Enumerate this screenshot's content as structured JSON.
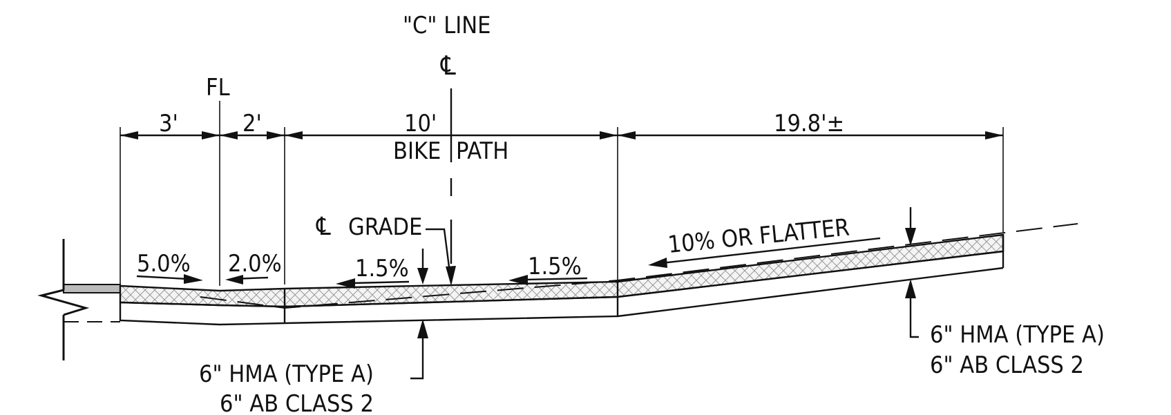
{
  "labels": {
    "c_line": "\"C\" LINE",
    "centerline_symbol": "℄",
    "fl": "FL",
    "dim_3": "3'",
    "dim_2": "2'",
    "dim_10": "10'",
    "dim_19_8": "19.8'±",
    "bike": "BIKE",
    "path": "PATH",
    "cl_grade": "GRADE",
    "slope_5": "5.0%",
    "slope_2": "2.0%",
    "slope_1_5_left": "1.5%",
    "slope_1_5_right": "1.5%",
    "slope_10": "10% OR FLATTER",
    "left_hma": "6\" HMA (TYPE A)",
    "left_ab": "6\" AB CLASS 2",
    "right_hma": "6\" HMA (TYPE A)",
    "right_ab": "6\" AB CLASS 2"
  },
  "colors": {
    "ink": "#111111",
    "hatch": "#9a9a9a",
    "curb_gray": "#bbbbbb"
  }
}
